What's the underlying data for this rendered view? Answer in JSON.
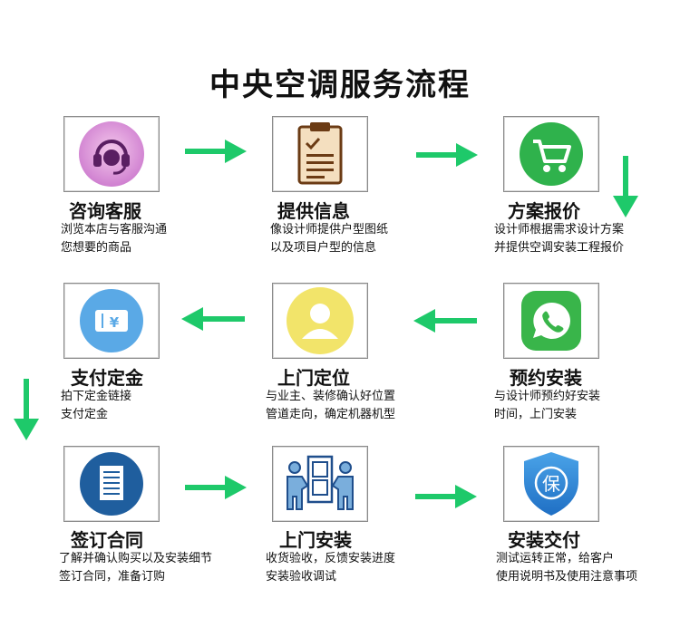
{
  "title": "中央空调服务流程",
  "colors": {
    "arrow": "#1ec96a",
    "box_border": "#8a8a8a"
  },
  "steps": [
    {
      "title": "咨询客服",
      "desc": [
        "浏览本店与客服沟通",
        "您想要的商品"
      ],
      "icon": "headset-icon"
    },
    {
      "title": "提供信息",
      "desc": [
        "像设计师提供户型图纸",
        "以及项目户型的信息"
      ],
      "icon": "clipboard-icon"
    },
    {
      "title": "方案报价",
      "desc": [
        "设计师根据需求设计方案",
        "并提供空调安装工程报价"
      ],
      "icon": "shopping-cart-icon"
    },
    {
      "title": "预约安装",
      "desc": [
        "与设计师预约好安装",
        "时间，上门安装"
      ],
      "icon": "phone-chat-icon"
    },
    {
      "title": "上门定位",
      "desc": [
        "与业主、装修确认好位置",
        "管道走向，确定机器机型"
      ],
      "icon": "user-avatar-icon"
    },
    {
      "title": "支付定金",
      "desc": [
        "拍下定金链接",
        "支付定金"
      ],
      "icon": "yuan-ticket-icon"
    },
    {
      "title": "签订合同",
      "desc": [
        "了解并确认购买以及安装细节",
        "签订合同，准备订购"
      ],
      "icon": "contract-document-icon"
    },
    {
      "title": "上门安装",
      "desc": [
        "收货验收，反馈安装进度",
        "安装验收调试"
      ],
      "icon": "movers-icon"
    },
    {
      "title": "安装交付",
      "desc": [
        "测试运转正常，给客户",
        "使用说明书及使用注意事项"
      ],
      "icon": "shield-guarantee-icon"
    }
  ],
  "shield_text": "保",
  "yuan_text": "¥"
}
